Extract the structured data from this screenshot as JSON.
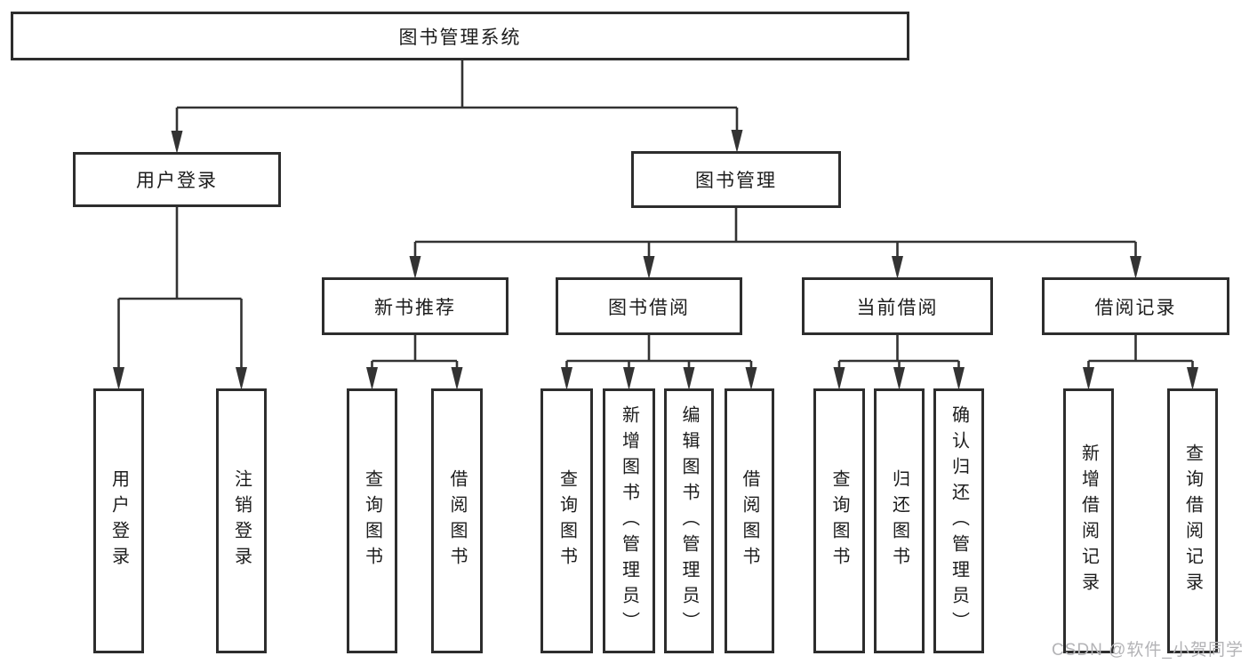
{
  "colors": {
    "background": "#ffffff",
    "line": "#333333",
    "border": "#2d2d2d",
    "text": "#1c1c1c",
    "watermark": "#b3b3b6"
  },
  "watermark": "CSDN @软件_小贺同学",
  "nodes": {
    "root": {
      "label": "图书管理系统"
    },
    "level1": [
      {
        "label": "用户登录"
      },
      {
        "label": "图书管理"
      }
    ],
    "level2": [
      {
        "label": "新书推荐",
        "parent": "图书管理"
      },
      {
        "label": "图书借阅",
        "parent": "图书管理"
      },
      {
        "label": "当前借阅",
        "parent": "图书管理"
      },
      {
        "label": "借阅记录",
        "parent": "图书管理"
      }
    ],
    "leaves": [
      {
        "label": "用户登录",
        "parent": "用户登录"
      },
      {
        "label": "注销登录",
        "parent": "用户登录"
      },
      {
        "label": "查询图书",
        "parent": "新书推荐"
      },
      {
        "label": "借阅图书",
        "parent": "新书推荐"
      },
      {
        "label": "查询图书",
        "parent": "图书借阅"
      },
      {
        "label": "新增图书（管理员）",
        "parent": "图书借阅"
      },
      {
        "label": "编辑图书（管理员）",
        "parent": "图书借阅"
      },
      {
        "label": "借阅图书",
        "parent": "图书借阅"
      },
      {
        "label": "查询图书",
        "parent": "当前借阅"
      },
      {
        "label": "归还图书",
        "parent": "当前借阅"
      },
      {
        "label": "确认归还（管理员）",
        "parent": "当前借阅"
      },
      {
        "label": "新增借阅记录",
        "parent": "借阅记录"
      },
      {
        "label": "查询借阅记录",
        "parent": "借阅记录"
      }
    ]
  }
}
